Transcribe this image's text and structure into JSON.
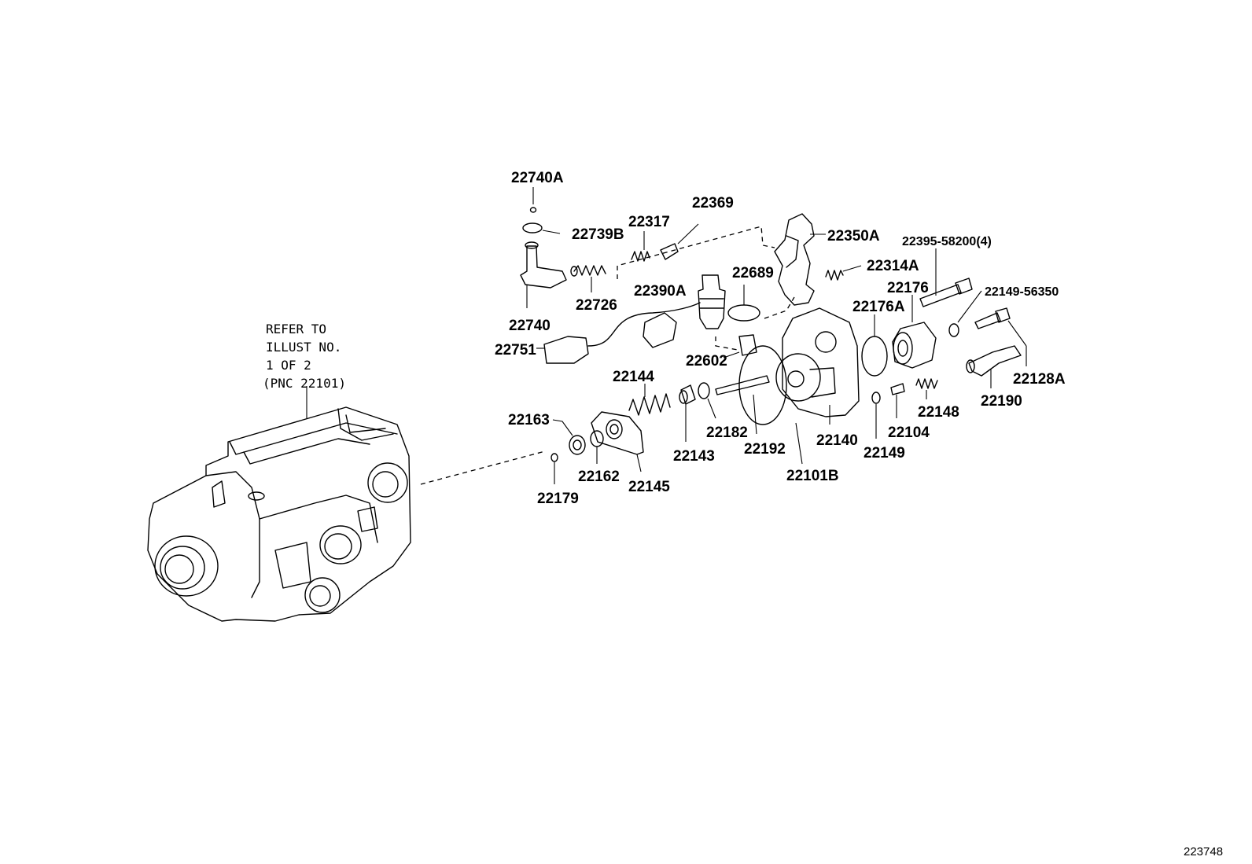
{
  "diagram": {
    "reference_note": [
      "REFER TO",
      "ILLUST NO.",
      "1 OF 2",
      "(PNC 22101)"
    ],
    "figure_number": "223748",
    "part_labels": {
      "p22740A": "22740A",
      "p22739B": "22739B",
      "p22317": "22317",
      "p22369": "22369",
      "p22350A": "22350A",
      "p22395": "22395-58200(4)",
      "p22314A": "22314A",
      "p22689": "22689",
      "p22390A": "22390A",
      "p22726": "22726",
      "p22740": "22740",
      "p22176": "22176",
      "p22149_56350": "22149-56350",
      "p22176A": "22176A",
      "p22751": "22751",
      "p22602": "22602",
      "p22144": "22144",
      "p22163": "22163",
      "p22182": "22182",
      "p22143": "22143",
      "p22192": "22192",
      "p22140": "22140",
      "p22104": "22104",
      "p22148": "22148",
      "p22190": "22190",
      "p22128A": "22128A",
      "p22149": "22149",
      "p22101B": "22101B",
      "p22162": "22162",
      "p22145": "22145",
      "p22179": "22179"
    }
  }
}
